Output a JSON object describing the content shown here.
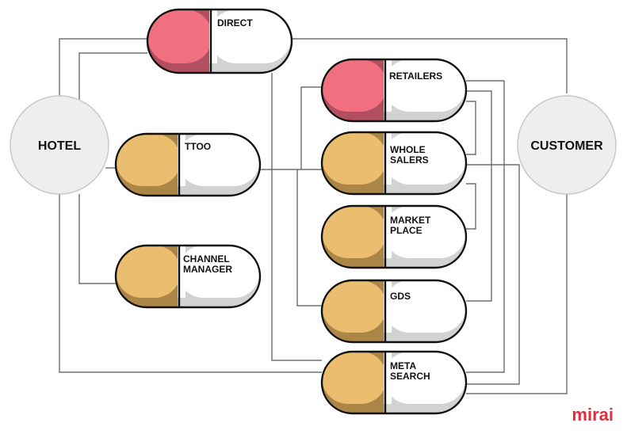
{
  "nodes": {
    "hotel": "HOTEL",
    "customer": "CUSTOMER"
  },
  "channels": {
    "direct": [
      "DIRECT"
    ],
    "ttoo": [
      "TTOO"
    ],
    "channel_manager": [
      "CHANNEL",
      "MANAGER"
    ],
    "retailers": [
      "RETAILERS"
    ],
    "wholesalers": [
      "WHOLE",
      "SALERS"
    ],
    "marketplace": [
      "MARKET",
      "PLACE"
    ],
    "gds": [
      "GDS"
    ],
    "metasearch": [
      "META",
      "SEARCH"
    ]
  },
  "brand": "mirai",
  "colors": {
    "pink": "#f0707f",
    "pink_shadow": "#b14e5f",
    "gold": "#ebbd6f",
    "gold_shadow": "#ab8647",
    "white_half": "#ffffff",
    "white_shadow": "#d2d2d2",
    "circle": "#eeeeee",
    "outline": "#111111",
    "brand": "#e42d3c"
  }
}
